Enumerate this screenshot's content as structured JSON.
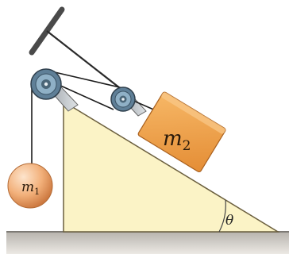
{
  "diagram": {
    "mass_1": {
      "symbol": "m",
      "subscript": "1"
    },
    "mass_2": {
      "symbol": "m",
      "subscript": "2"
    },
    "angle_label": "θ"
  },
  "colors": {
    "incline_fill": "#fbf3c6",
    "block_fill": "#f0a04a",
    "ball_fill": "#f2b07a",
    "pulley_fill": "#6f8fa6",
    "ground": "#9e9a94"
  }
}
